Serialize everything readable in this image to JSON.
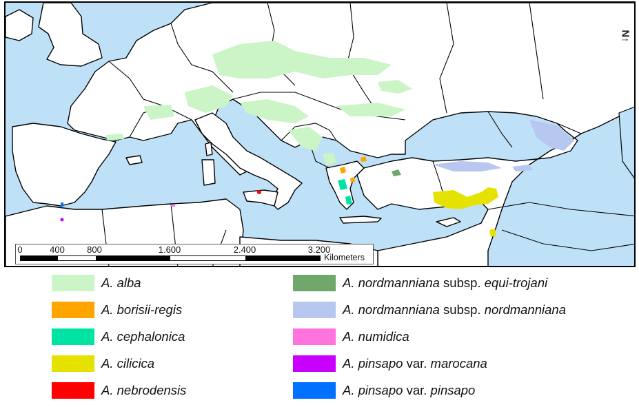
{
  "map": {
    "background_water": "#bfe1f7",
    "land_color": "#ffffff",
    "border_color": "#000000"
  },
  "scalebar": {
    "ticks": [
      "0",
      "400",
      "800",
      "1.600",
      "2.400",
      "3.200"
    ],
    "unit": "Kilometers"
  },
  "north_arrow": {
    "label": "N",
    "icon": "north-arrow-icon"
  },
  "legend": {
    "items": [
      {
        "genus": "A.",
        "epithet": "alba",
        "rank": "",
        "infra": "",
        "color": "#ccf5c7"
      },
      {
        "genus": "A.",
        "epithet": "borisii-regis",
        "rank": "",
        "infra": "",
        "color": "#ffa500"
      },
      {
        "genus": "A.",
        "epithet": "cephalonica",
        "rank": "",
        "infra": "",
        "color": "#00e3a3"
      },
      {
        "genus": "A.",
        "epithet": "cilicica",
        "rank": "",
        "infra": "",
        "color": "#e6e200"
      },
      {
        "genus": "A.",
        "epithet": "nebrodensis",
        "rank": "",
        "infra": "",
        "color": "#ff0000"
      },
      {
        "genus": "A.",
        "epithet": "nordmanniana",
        "rank": "subsp.",
        "infra": "equi-trojani",
        "color": "#6fa86a"
      },
      {
        "genus": "A.",
        "epithet": "nordmanniana",
        "rank": "subsp.",
        "infra": "nordmanniana",
        "color": "#b8c7ef"
      },
      {
        "genus": "A.",
        "epithet": "numidica",
        "rank": "",
        "infra": "",
        "color": "#ff73df"
      },
      {
        "genus": "A.",
        "epithet": "pinsapo",
        "rank": "var.",
        "infra": "marocana",
        "color": "#c800ff"
      },
      {
        "genus": "A.",
        "epithet": "pinsapo",
        "rank": "var.",
        "infra": "pinsapo",
        "color": "#0070ff"
      }
    ]
  }
}
